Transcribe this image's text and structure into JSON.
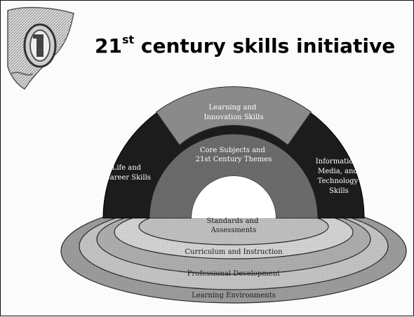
{
  "slide": {
    "title_prefix": "21",
    "title_superscript": "st",
    "title_rest": " century skills initiative"
  },
  "rainbow": {
    "learning_innovation": [
      "Learning and",
      "Innovation Skills"
    ],
    "life_career": [
      "Life and",
      "Career Skills"
    ],
    "info_media_tech": [
      "Information,",
      "Media, and",
      "Technology",
      "Skills"
    ],
    "core_subjects": [
      "Core Subjects and",
      "21st Century Themes"
    ]
  },
  "support_systems": {
    "standards": [
      "Standards and",
      "Assessments"
    ],
    "curriculum": "Curriculum and Instruction",
    "professional_development": "Professional Development",
    "learning_environments": "Learning Environments"
  },
  "colors": {
    "dark_arch": "#1c1c1c",
    "light_arch": "#8e8e8e",
    "core_arch": "#6d6d6d",
    "ring_light": "#d6d6d6",
    "ring_mid": "#b4b4b4",
    "ring_outer": "#9e9e9e"
  }
}
